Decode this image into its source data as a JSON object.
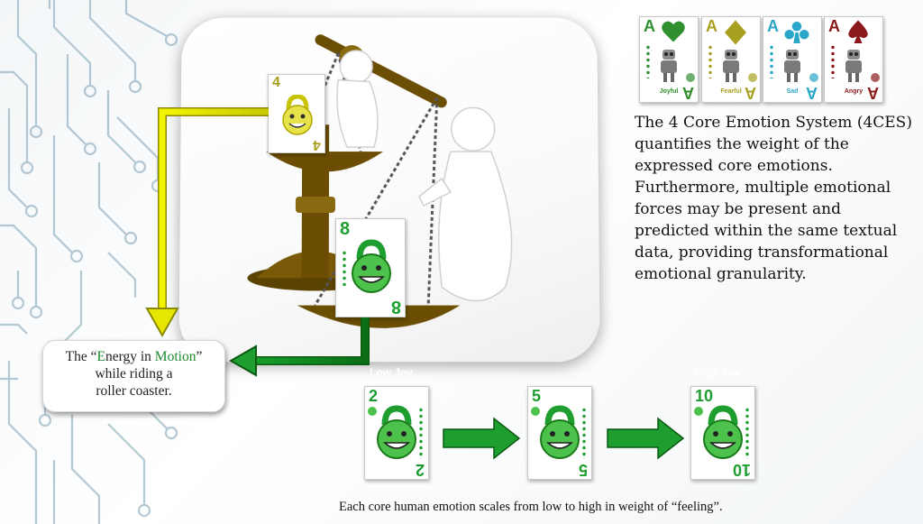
{
  "colors": {
    "green": "#1e9e2e",
    "yellow": "#d6d600",
    "joy_green": "#2f8f2f",
    "fear_gold": "#a8a020",
    "sad_cyan": "#2aa6c8",
    "angry_red": "#8a1a1a"
  },
  "balance_cards": [
    {
      "rank": "4",
      "emotion": "Fearful",
      "color": "#a8a020",
      "icon": "kettlebell-face-icon"
    },
    {
      "rank": "8",
      "emotion": "Joyful",
      "color": "#1e9e2e",
      "icon": "kettlebell-face-icon"
    }
  ],
  "suit_cards": [
    {
      "rank": "A",
      "suit": "heart",
      "label": "Joyful",
      "color": "#2f8f2f"
    },
    {
      "rank": "A",
      "suit": "diamond",
      "label": "Fearful",
      "color": "#a8a020"
    },
    {
      "rank": "A",
      "suit": "club",
      "label": "Sad",
      "color": "#2aa6c8"
    },
    {
      "rank": "A",
      "suit": "spade",
      "label": "Angry",
      "color": "#8a1a1a"
    }
  ],
  "callout": {
    "open_quote": "The “",
    "e1": "E",
    "word1": "nergy in ",
    "word2": "Motion",
    "close": "”",
    "line2": "while riding a",
    "line3": "roller coaster."
  },
  "description": "The 4 Core Emotion System (4CES) quantifies the weight of the expressed core emotions. Furthermore, multiple emotional forces may be present and predicted within the same textual data, providing transformational emotional granularity.",
  "scale": {
    "low_label": "Low Joy",
    "high_label": "High Joy",
    "cards": [
      {
        "rank": "2"
      },
      {
        "rank": "5"
      },
      {
        "rank": "10"
      }
    ]
  },
  "caption": "Each core human emotion scales from low to high in weight of “feeling”."
}
